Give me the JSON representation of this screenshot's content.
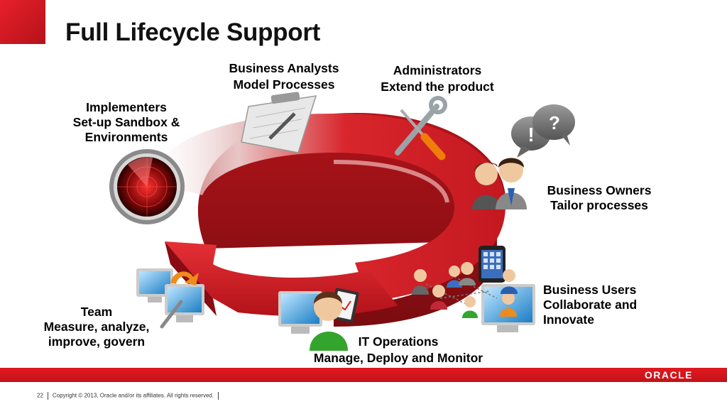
{
  "slide": {
    "title": "Full Lifecycle Support"
  },
  "roles": {
    "analysts": {
      "line1": "Business Analysts",
      "line2": "Model Processes"
    },
    "administrators": {
      "line1": "Administrators",
      "line2": "Extend the product"
    },
    "implementers": {
      "line1": "Implementers",
      "line2": "Set-up Sandbox &",
      "line3": "Environments"
    },
    "owners": {
      "line1": "Business Owners",
      "line2": "Tailor processes"
    },
    "users": {
      "line1": "Business Users",
      "line2": "Collaborate and",
      "line3": "Innovate"
    },
    "team": {
      "line1": "Team",
      "line2": "Measure, analyze,",
      "line3": "improve, govern"
    },
    "it_ops": {
      "line1": "IT Operations",
      "line2": "Manage, Deploy  and Monitor"
    }
  },
  "icons": {
    "speech_question": "?",
    "speech_exclaim": "!"
  },
  "footer": {
    "page_number": "22",
    "copyright": "Copyright © 2013, Oracle and/or its affiliates. All rights reserved.",
    "logo": "ORACLE"
  },
  "colors": {
    "accent_red": "#c8141c",
    "arrow_red": "#d01820"
  }
}
